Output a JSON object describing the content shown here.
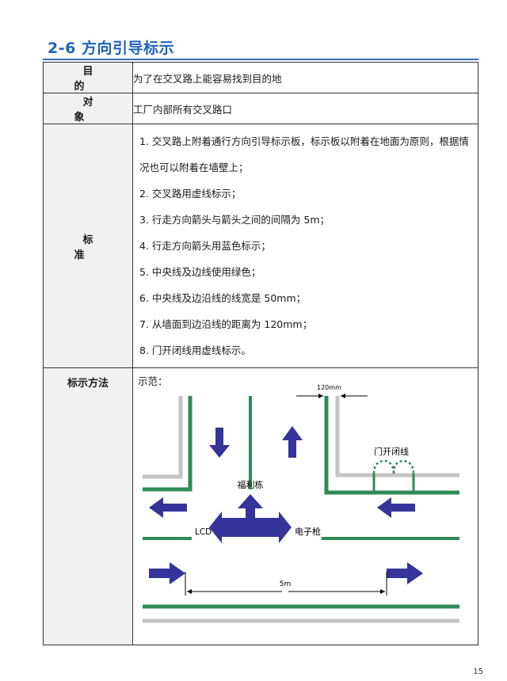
{
  "title": "2-6 方向引导标示",
  "table": {
    "purpose_label": "目 的",
    "purpose_value": "为了在交叉路上能容易找到目的地",
    "target_label": "对 象",
    "target_value": "工厂内部所有交叉路口",
    "standard_label": "标 准",
    "standards": [
      "1. 交叉路上附着通行方向引导标示板，标示板以附着在地面为原则，根据情况也可以附着在墙壁上；",
      "2. 交叉路用虚线标示；",
      "3. 行走方向箭头与箭头之间的间隔为 5m；",
      "4. 行走方向箭头用蓝色标示；",
      "5. 中央线及边线使用绿色；",
      "6. 中央线及边沿线的线宽是 50mm；",
      "7. 从墙面到边沿线的距离为 120mm；",
      "8. 门开闭线用虚线标示。"
    ],
    "method_label": "标示方法",
    "demo_label": "示范："
  },
  "diagram": {
    "label_120mm": "120mm",
    "label_door": "门开闭线",
    "label_fulidong": "福利栋",
    "label_lcd": "LCD",
    "label_dianziqiang": "电子枪",
    "label_5m": "5m",
    "colors": {
      "green": "#2e8b57",
      "gray": "#c4c4c4",
      "blue": "#34349a"
    }
  },
  "page_number": "15"
}
